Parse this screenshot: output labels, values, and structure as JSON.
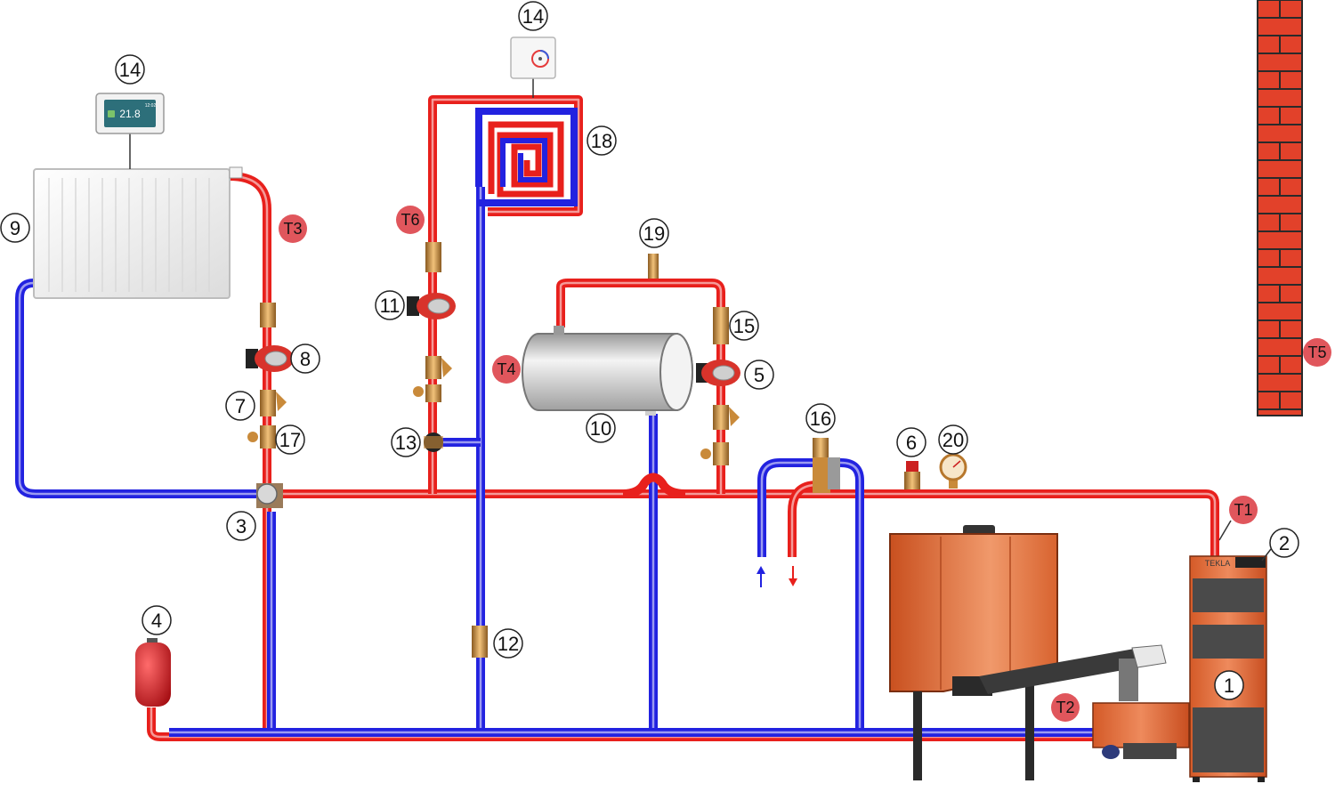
{
  "colors": {
    "hot_pipe": "#e8201c",
    "cold_pipe": "#2222e0",
    "pipe_highlight": "#ffd6d6",
    "brass": "#c98a3a",
    "boiler_body": "#e06a35",
    "boiler_dark": "#4a4a4a",
    "tag_fill": "#e0565c",
    "brick": "#e2412a",
    "tank": "#c8c8c8",
    "radiator": "#f0f0f0"
  },
  "thermostat_display": {
    "temperature": "21.8",
    "time": "12:02"
  },
  "boiler": {
    "brand": "TEKLA"
  },
  "callouts": [
    {
      "id": "c-14-panel",
      "label": "14"
    },
    {
      "id": "c-14-room",
      "label": "14"
    },
    {
      "id": "c-18",
      "label": "18"
    },
    {
      "id": "c-9",
      "label": "9"
    },
    {
      "id": "c-19",
      "label": "19"
    },
    {
      "id": "c-11",
      "label": "11"
    },
    {
      "id": "c-15",
      "label": "15"
    },
    {
      "id": "c-8",
      "label": "8"
    },
    {
      "id": "c-5",
      "label": "5"
    },
    {
      "id": "c-7",
      "label": "7"
    },
    {
      "id": "c-10",
      "label": "10"
    },
    {
      "id": "c-16",
      "label": "16"
    },
    {
      "id": "c-17",
      "label": "17"
    },
    {
      "id": "c-13",
      "label": "13"
    },
    {
      "id": "c-6",
      "label": "6"
    },
    {
      "id": "c-20",
      "label": "20"
    },
    {
      "id": "c-3",
      "label": "3"
    },
    {
      "id": "c-2",
      "label": "2"
    },
    {
      "id": "c-4",
      "label": "4"
    },
    {
      "id": "c-12",
      "label": "12"
    },
    {
      "id": "c-1",
      "label": "1"
    }
  ],
  "sensor_tags": [
    {
      "id": "t1",
      "label": "T1"
    },
    {
      "id": "t2",
      "label": "T2"
    },
    {
      "id": "t3",
      "label": "T3"
    },
    {
      "id": "t4",
      "label": "T4"
    },
    {
      "id": "t5",
      "label": "T5"
    },
    {
      "id": "t6",
      "label": "T6"
    }
  ]
}
